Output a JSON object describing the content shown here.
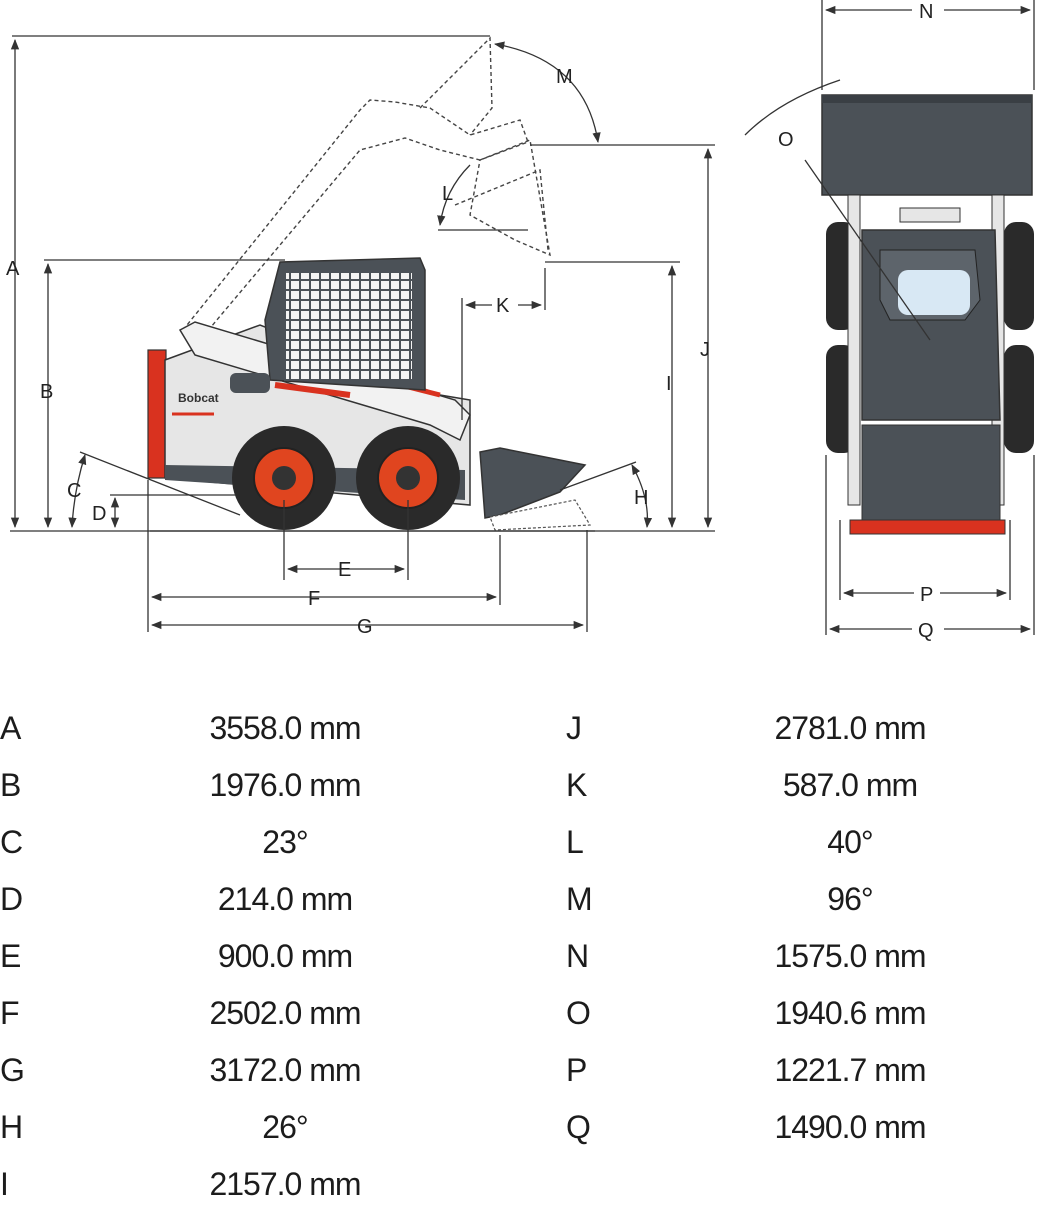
{
  "diagram": {
    "labels": {
      "A": "A",
      "B": "B",
      "C": "C",
      "D": "D",
      "E": "E",
      "F": "F",
      "G": "G",
      "H": "H",
      "I": "I",
      "J": "J",
      "K": "K",
      "L": "L",
      "M": "M",
      "N": "N",
      "O": "O",
      "P": "P",
      "Q": "Q"
    },
    "brand_text": "Bobcat",
    "colors": {
      "line": "#333333",
      "body": "#e6e6e6",
      "accent": "#d9321f",
      "dark": "#4b5157",
      "tire": "#2a2a2a"
    }
  },
  "specs": {
    "left": [
      {
        "letter": "A",
        "value": "3558.0 mm"
      },
      {
        "letter": "B",
        "value": "1976.0 mm"
      },
      {
        "letter": "C",
        "value": "23°"
      },
      {
        "letter": "D",
        "value": "214.0 mm"
      },
      {
        "letter": "E",
        "value": "900.0 mm"
      },
      {
        "letter": "F",
        "value": "2502.0 mm"
      },
      {
        "letter": "G",
        "value": "3172.0 mm"
      },
      {
        "letter": "H",
        "value": "26°"
      },
      {
        "letter": "I",
        "value": "2157.0 mm"
      }
    ],
    "right": [
      {
        "letter": "J",
        "value": "2781.0 mm"
      },
      {
        "letter": "K",
        "value": "587.0 mm"
      },
      {
        "letter": "L",
        "value": "40°"
      },
      {
        "letter": "M",
        "value": "96°"
      },
      {
        "letter": "N",
        "value": "1575.0 mm"
      },
      {
        "letter": "O",
        "value": "1940.6 mm"
      },
      {
        "letter": "P",
        "value": "1221.7 mm"
      },
      {
        "letter": "Q",
        "value": "1490.0 mm"
      }
    ]
  }
}
